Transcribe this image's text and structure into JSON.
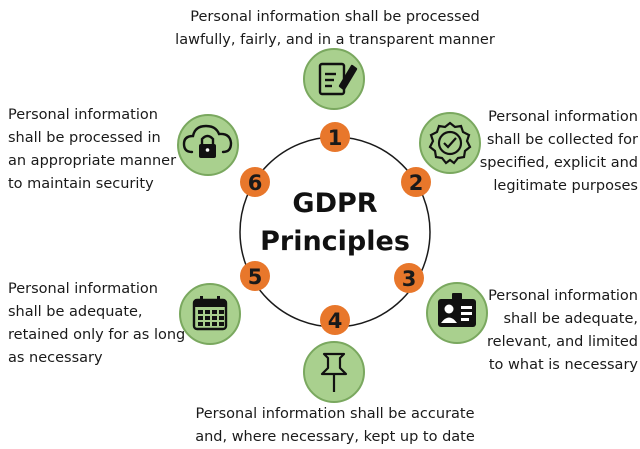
{
  "title": [
    "GDPR",
    "Principles"
  ],
  "principles": [
    {
      "number": "1",
      "icon": "document-pen-icon",
      "text": [
        "Personal information shall be processed",
        "lawfully, fairly, and in a transparent manner"
      ]
    },
    {
      "number": "2",
      "icon": "badge-check-icon",
      "text": [
        "Personal information",
        "shall be collected for",
        "specified, explicit and",
        "legitimate purposes"
      ]
    },
    {
      "number": "3",
      "icon": "id-card-icon",
      "text": [
        "Personal information",
        "shall be adequate,",
        "relevant, and limited",
        "to what is necessary"
      ]
    },
    {
      "number": "4",
      "icon": "pushpin-icon",
      "text": [
        "Personal information shall be accurate",
        "and, where necessary, kept up to date"
      ]
    },
    {
      "number": "5",
      "icon": "calendar-icon",
      "text": [
        "Personal information",
        "shall be adequate,",
        "retained only for as long",
        "as necessary"
      ]
    },
    {
      "number": "6",
      "icon": "cloud-lock-icon",
      "text": [
        "Personal information",
        "shall be processed in",
        "an appropriate manner",
        "to maintain security"
      ]
    }
  ],
  "colors": {
    "badge": "#e8772b",
    "icon_fill": "#a9d08e",
    "icon_stroke": "#7aa85f",
    "ring": "#1a1a1a"
  }
}
